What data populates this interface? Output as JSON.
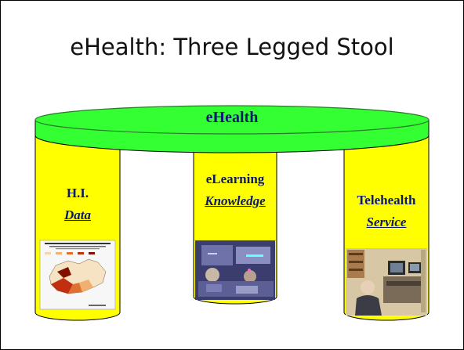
{
  "slide": {
    "title": "eHealth: Three Legged Stool",
    "seat_label": "eHealth",
    "legs": [
      {
        "line1": "H.I.",
        "line2": "Data",
        "image": "canada-map-chart-image"
      },
      {
        "line1": "eLearning",
        "line2": "Knowledge",
        "image": "classroom-video-image"
      },
      {
        "line1": "Telehealth",
        "line2": "Service",
        "image": "telehealth-office-photo"
      }
    ],
    "colors": {
      "seat": "#33ff33",
      "seat_edge": "#2a7a2a",
      "leg": "#ffff00",
      "text": "#0b1a6e"
    }
  }
}
